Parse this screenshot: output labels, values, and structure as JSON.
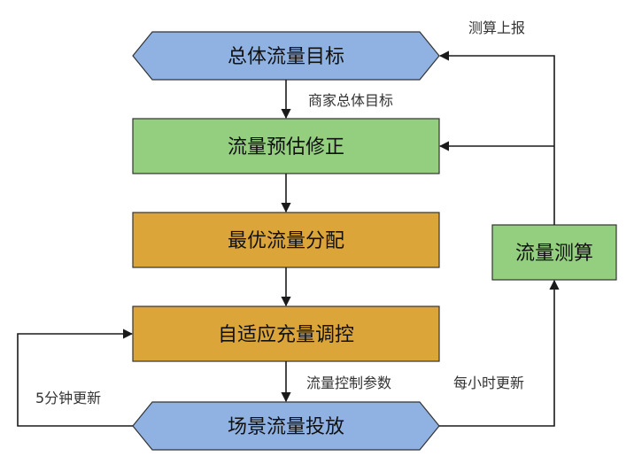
{
  "nodes": {
    "total_target": {
      "label": "总体流量目标",
      "color": "#8fb2e2"
    },
    "forecast_adjust": {
      "label": "流量预估修正",
      "color": "#93cf7f"
    },
    "optimal_allocation": {
      "label": "最优流量分配",
      "color": "#dba539"
    },
    "adaptive_control": {
      "label": "自适应充量调控",
      "color": "#dba539"
    },
    "scene_delivery": {
      "label": "场景流量投放",
      "color": "#8fb2e2"
    },
    "traffic_measure": {
      "label": "流量测算",
      "color": "#93cf7f"
    }
  },
  "edges": {
    "merchant_target": "商家总体目标",
    "control_params": "流量控制参数",
    "hourly_update": "每小时更新",
    "measure_report": "测算上报",
    "five_min_update": "5分钟更新"
  }
}
